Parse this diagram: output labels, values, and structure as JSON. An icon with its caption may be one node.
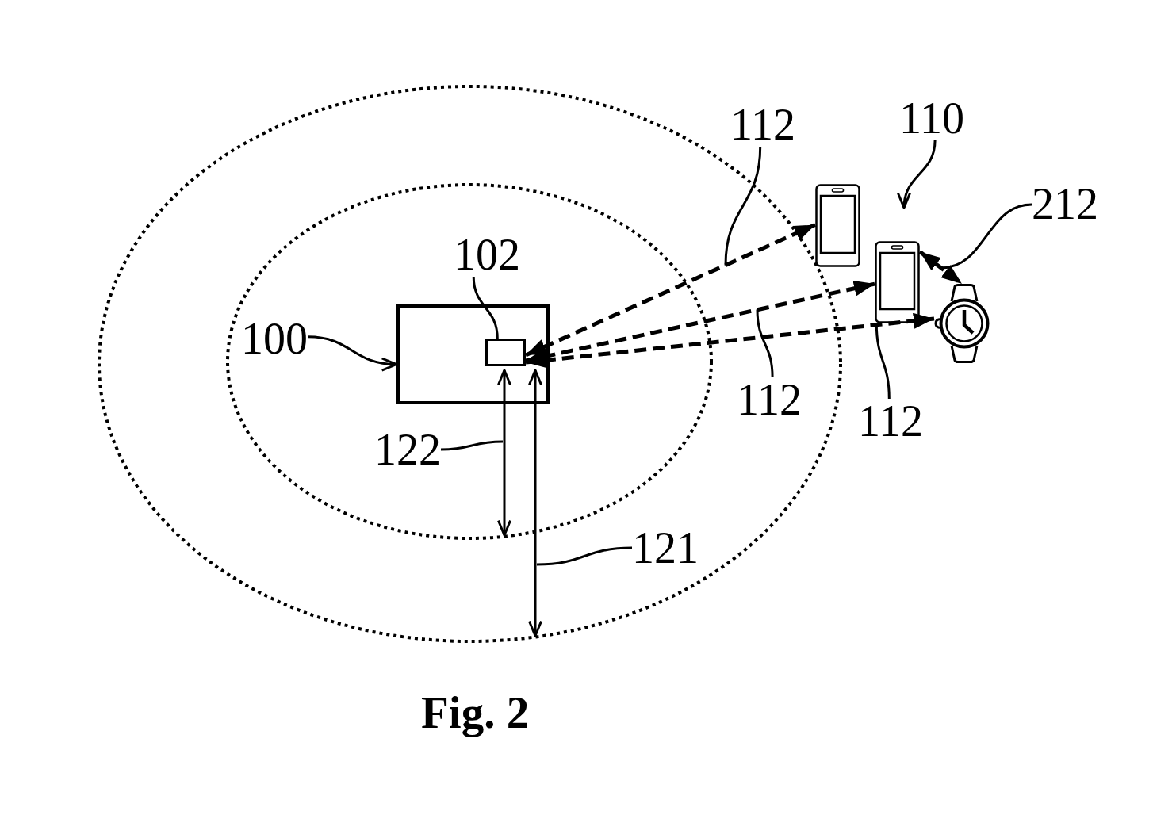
{
  "diagram": {
    "caption": "Fig. 2",
    "nodes": [
      {
        "text": [
          "112"
        ]
      },
      {
        "text": [
          "110"
        ]
      },
      {
        "text": [],
        "shape": "picture"
      },
      {
        "text": [
          "212"
        ]
      },
      {
        "text": [],
        "shape": "picture"
      },
      {
        "text": [
          "102"
        ]
      },
      {
        "text": [],
        "shape": "picture"
      },
      {
        "text": [
          "100"
        ]
      },
      {
        "text": [],
        "shape": "box"
      },
      {
        "text": [],
        "shape": "box",
        "in": 8
      },
      {
        "text": [
          "112"
        ]
      },
      {
        "text": [
          "112"
        ]
      },
      {
        "text": [
          "122"
        ]
      },
      {
        "text": [
          "121"
        ]
      }
    ],
    "edges": [
      {
        "from": 9,
        "to": 2,
        "arrow": "both",
        "style": "dashed"
      },
      {
        "from": 9,
        "to": 4,
        "arrow": "both",
        "style": "dashed"
      },
      {
        "from": 9,
        "to": 6,
        "arrow": "both",
        "style": "dashed"
      },
      {
        "from": 4,
        "to": 6,
        "arrow": "both",
        "style": "dashed"
      },
      {
        "from": 0,
        "to": null,
        "arrow": "none"
      },
      {
        "from": 1,
        "to": null,
        "arrow": "to"
      },
      {
        "from": 3,
        "to": null,
        "arrow": "none"
      },
      {
        "from": 5,
        "to": 9,
        "arrow": "none"
      },
      {
        "from": 7,
        "to": 8,
        "arrow": "to"
      },
      {
        "from": 10,
        "to": null,
        "arrow": "none"
      },
      {
        "from": 11,
        "to": 4,
        "arrow": "none"
      },
      {
        "from": 12,
        "to": null,
        "arrow": "none"
      },
      {
        "from": 13,
        "to": null,
        "arrow": "none"
      }
    ]
  }
}
